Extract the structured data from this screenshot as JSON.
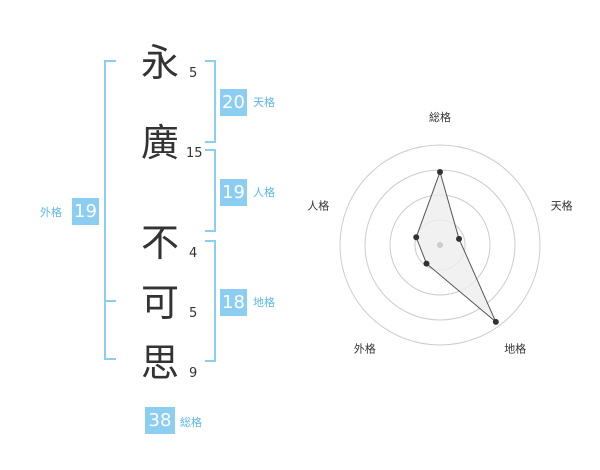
{
  "characters": {
    "surname": [
      {
        "char": "永",
        "strokes": "5"
      },
      {
        "char": "廣",
        "strokes": "15"
      }
    ],
    "given": [
      {
        "char": "不",
        "strokes": "4"
      },
      {
        "char": "可",
        "strokes": "5"
      },
      {
        "char": "思",
        "strokes": "9"
      }
    ]
  },
  "fortunes": {
    "ten": {
      "label": "天格",
      "value": "20"
    },
    "jin": {
      "label": "人格",
      "value": "19"
    },
    "chi": {
      "label": "地格",
      "value": "18"
    },
    "gai": {
      "label": "外格",
      "value": "19"
    },
    "soukaku": {
      "label": "総格",
      "value": "38"
    }
  },
  "radar": {
    "axes": [
      "総格",
      "天格",
      "地格",
      "外格",
      "人格"
    ],
    "values": [
      0.73,
      0.2,
      0.95,
      0.23,
      0.25
    ],
    "rings": 4,
    "colors": {
      "ring": "#cccccc",
      "fill": "#eeeeee",
      "line": "#555555",
      "point": "#333333",
      "center": "#cccccc"
    }
  },
  "colors": {
    "accent": "#8ccdf2",
    "accent_text": "#5ab7ea",
    "text": "#333333"
  }
}
